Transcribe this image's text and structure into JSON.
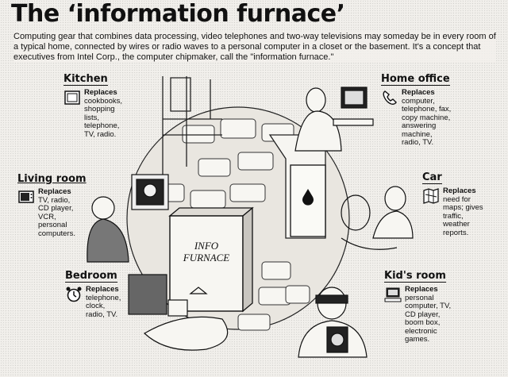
{
  "title": "The ‘information furnace’",
  "intro": "Computing gear that combines data processing, video telephones and two-way televisions may someday be in every room of a typical home, connected by wires or radio waves to a personal computer in a closet or the basement. It's a concept that executives from Intel Corp., the computer chipmaker, call the \"information furnace.\"",
  "center_label": "INFO\nFURNACE",
  "rooms": {
    "kitchen": {
      "name": "Kitchen",
      "replaces_label": "Replaces",
      "items": "cookbooks,\nshopping\nlists,\ntelephone,\nTV, radio.",
      "icon": "tablet-device-icon"
    },
    "home_office": {
      "name": "Home office",
      "replaces_label": "Replaces",
      "items": "computer,\ntelephone, fax,\ncopy machine,\nanswering\nmachine,\nradio, TV.",
      "icon": "telephone-handset-icon"
    },
    "living_room": {
      "name": "Living room",
      "replaces_label": "Replaces",
      "items": "TV, radio,\nCD player,\nVCR,\npersonal\ncomputers.",
      "icon": "television-icon"
    },
    "car": {
      "name": "Car",
      "replaces_label": "Replaces",
      "items": "need for\nmaps; gives\ntraffic,\nweather\nreports.",
      "icon": "map-icon"
    },
    "bedroom": {
      "name": "Bedroom",
      "replaces_label": "Replaces",
      "items": "telephone,\nclock,\nradio, TV.",
      "icon": "alarm-clock-icon"
    },
    "kids_room": {
      "name": "Kid's room",
      "replaces_label": "Replaces",
      "items": "personal\ncomputer, TV,\nCD player,\nboom box,\nelectronic\ngames.",
      "icon": "computer-icon"
    }
  }
}
